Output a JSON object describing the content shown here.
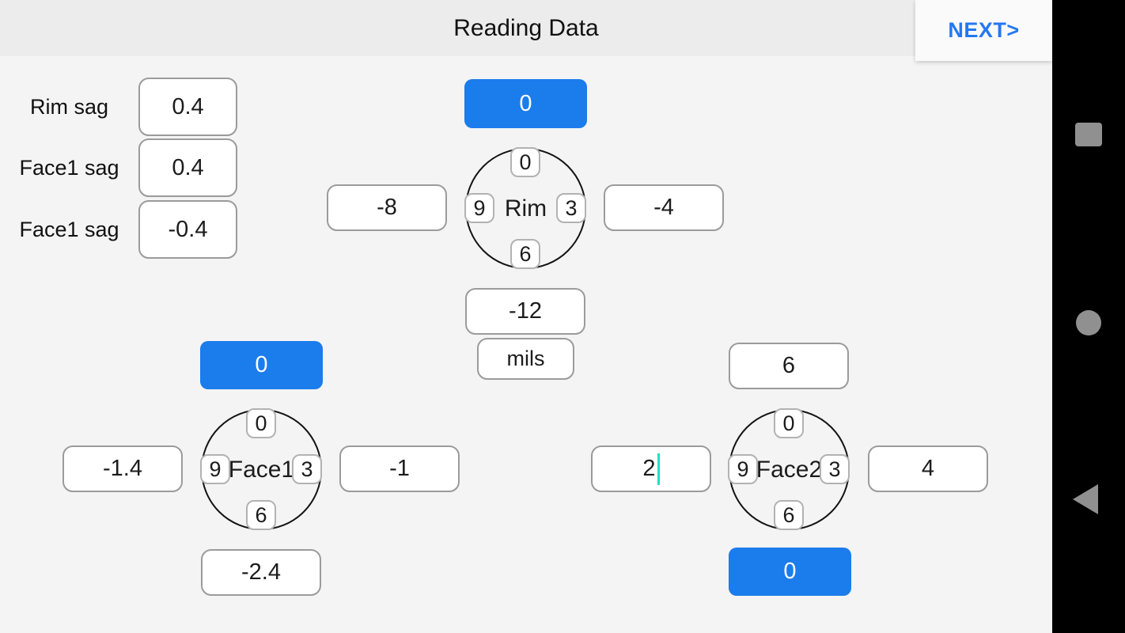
{
  "header": {
    "title": "Reading Data",
    "next_button": "NEXT>"
  },
  "sag_panel": {
    "rows": [
      {
        "label": "Rim sag",
        "value": "0.4"
      },
      {
        "label": "Face1 sag",
        "value": "0.4"
      },
      {
        "label": "Face1 sag",
        "value": "-0.4"
      }
    ]
  },
  "dials": {
    "rim": {
      "name": "Rim",
      "pos_top": "0",
      "pos_right": "3",
      "pos_bottom": "6",
      "pos_left": "9",
      "value_top": "0",
      "value_left": "-8",
      "value_right": "-4",
      "value_bottom": "-12",
      "unit": "mils"
    },
    "face1": {
      "name": "Face1",
      "pos_top": "0",
      "pos_right": "3",
      "pos_bottom": "6",
      "pos_left": "9",
      "value_top": "0",
      "value_left": "-1.4",
      "value_right": "-1",
      "value_bottom": "-2.4"
    },
    "face2": {
      "name": "Face2",
      "pos_top": "0",
      "pos_right": "3",
      "pos_bottom": "6",
      "pos_left": "9",
      "value_top": "6",
      "value_left": "2",
      "value_right": "4",
      "value_bottom": "0"
    }
  },
  "android_nav": {
    "recents_icon": "square",
    "home_icon": "circle",
    "back_icon": "triangle-left"
  },
  "colors": {
    "accent_blue": "#1b7cec",
    "next_blue": "#2478f2",
    "cursor_teal": "#1fdfc4"
  }
}
